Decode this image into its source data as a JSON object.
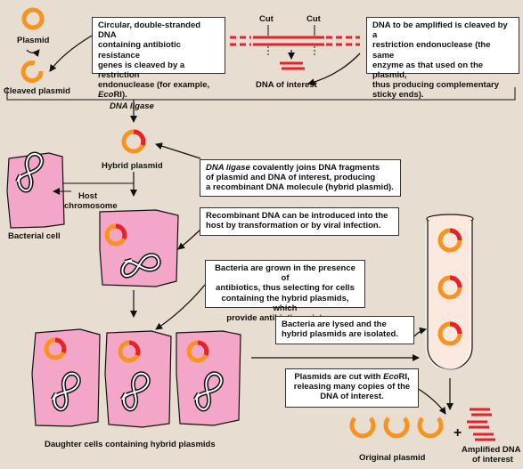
{
  "labels": {
    "plasmid": "Plasmid",
    "cleaved_plasmid": "Cleaved plasmid",
    "cut_left": "Cut",
    "cut_right": "Cut",
    "dna_of_interest": "DNA of interest",
    "dna_ligase": "DNA ligase",
    "hybrid_plasmid": "Hybrid plasmid",
    "host_chromosome_1": "Host",
    "host_chromosome_2": "chromosome",
    "bacterial_cell": "Bacterial cell",
    "daughter_cells": "Daughter cells containing hybrid plasmids",
    "original_plasmid": "Original plasmid",
    "plus": "+",
    "amplified_dna_1": "Amplified DNA",
    "amplified_dna_2": "of interest"
  },
  "boxes": {
    "circular_dna": {
      "line1": "Circular, double-stranded DNA",
      "line2": "containing antibiotic resistance",
      "line3": "genes is cleaved by a restriction",
      "line4": "endonuclease (for example,",
      "enzyme": "Eco",
      "enzyme_suffix": "RI)."
    },
    "dna_amplified": {
      "line1": "DNA to be amplified is cleaved by a",
      "line2": "restriction endonuclease (the same",
      "line3": "enzyme as that used on the plasmid,",
      "line4": "thus producing complementary",
      "line5": "sticky ends)."
    },
    "ligase": {
      "term": "DNA ligase",
      "line1_rest": " covalently joins DNA fragments",
      "line2": "of plasmid and DNA of interest, producing",
      "line3": "a recombinant DNA molecule (hybrid plasmid)."
    },
    "recombinant": {
      "line1": "Recombinant DNA can be introduced into the",
      "line2": "host by transformation or by viral infection."
    },
    "grown": {
      "line1": "Bacteria are grown in the presence of",
      "line2": "antibiotics, thus selecting for cells",
      "line3": "containing the hybrid plasmids, which",
      "line4": "provide antibiotic resistance."
    },
    "lysed": {
      "line1": "Bacteria are lysed and the",
      "line2": "hybrid plasmids are isolated."
    },
    "cut_ecori": {
      "line1_prefix": "Plasmids are cut with ",
      "enzyme": "Eco",
      "enzyme_suffix": "RI,",
      "line2": "releasing many copies of the",
      "line3": "DNA of interest."
    }
  },
  "colors": {
    "background": "#e7ddd1",
    "plasmid": "#f7931e",
    "insert": "#e8202a",
    "cell": "#f3a6c8",
    "tube": "#fbe8de"
  }
}
